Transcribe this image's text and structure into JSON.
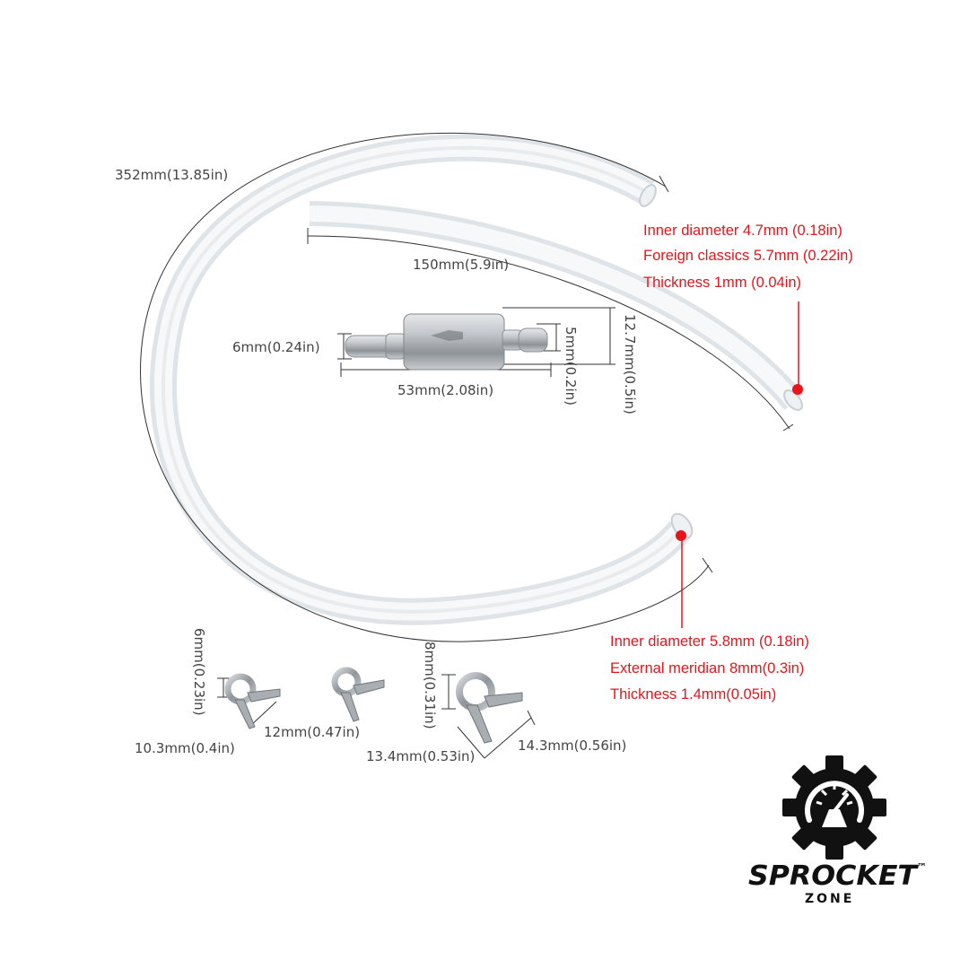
{
  "dimensions": {
    "long_hose_length": "352mm(13.85in)",
    "short_hose_length": "150mm(5.9in)",
    "connector_tip_diameter": "6mm(0.24in)",
    "connector_length": "53mm(2.08in)",
    "connector_nozzle_diameter": "5mm(0.2in)",
    "connector_body_diameter": "12.7mm(0.5in)",
    "small_clamp_height": "6mm(0.23in)",
    "small_clamp_width": "10.3mm(0.4in)",
    "medium_clamp_width": "12mm(0.47in)",
    "large_clamp_height": "8mm(0.31in)",
    "large_clamp_inner": "13.4mm(0.53in)",
    "large_clamp_width": "14.3mm(0.56in)"
  },
  "specs_upper": [
    "Inner diameter 4.7mm (0.18in)",
    "Foreign classics 5.7mm (0.22in)",
    "Thickness 1mm (0.04in)"
  ],
  "specs_lower": [
    "Inner diameter 5.8mm (0.18in)",
    "External meridian 8mm(0.3in)",
    "Thickness 1.4mm(0.05in)"
  ],
  "logo": {
    "name": "SPROCKET",
    "trademark": "™",
    "sub": "ZONE"
  },
  "colors": {
    "annotation_red": "#e8141b",
    "dimension_gray": "#444444",
    "hose": "#e9edf0",
    "metal": "#b8bcc1",
    "logo": "#111111"
  }
}
